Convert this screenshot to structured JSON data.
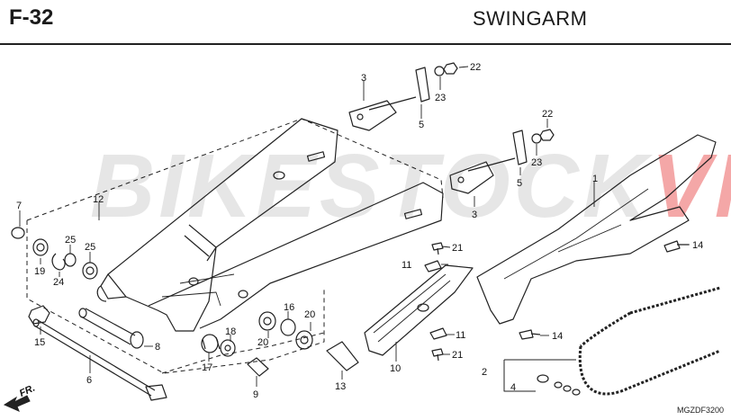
{
  "header": {
    "code": "F-32",
    "title": "SWINGARM"
  },
  "watermark": {
    "main": "BIKESTOCK",
    "suffix": "VN"
  },
  "diagram_code": "MGZDF3200",
  "direction_label": "FR.",
  "colors": {
    "line": "#222222",
    "watermark_red": "#e63c3c",
    "watermark_gray": "#c8c8c8"
  },
  "callouts": {
    "c1": "1",
    "c2": "2",
    "c3a": "3",
    "c3b": "3",
    "c4": "4",
    "c5a": "5",
    "c5b": "5",
    "c6": "6",
    "c7": "7",
    "c8": "8",
    "c9": "9",
    "c10": "10",
    "c11a": "11",
    "c11b": "11",
    "c12": "12",
    "c13": "13",
    "c14a": "14",
    "c14b": "14",
    "c15": "15",
    "c16": "16",
    "c17": "17",
    "c18": "18",
    "c19": "19",
    "c20a": "20",
    "c20b": "20",
    "c21a": "21",
    "c21b": "21",
    "c22a": "22",
    "c22b": "22",
    "c23a": "23",
    "c23b": "23",
    "c24": "24",
    "c25a": "25",
    "c25b": "25"
  }
}
